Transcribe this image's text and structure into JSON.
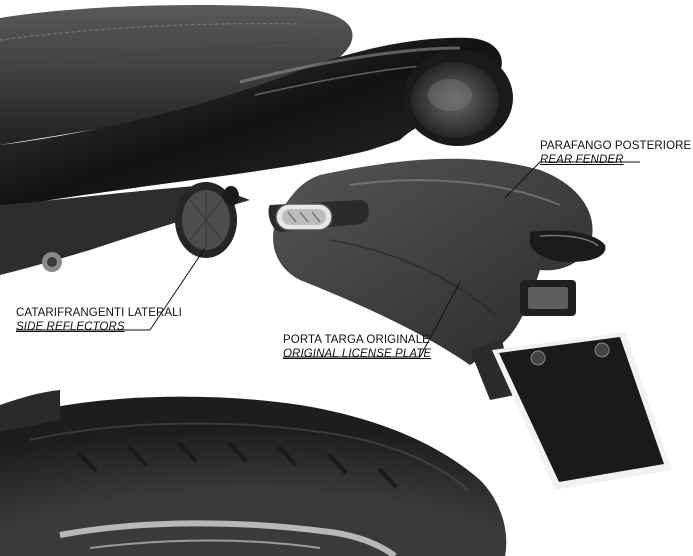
{
  "callouts": {
    "rear_fender": {
      "it_label": "PARAFANGO POSTERIORE",
      "en_label": "REAR FENDER"
    },
    "side_reflectors": {
      "it_label": "CATARIFRANGENTI LATERALI",
      "en_label": "SIDE REFLECTORS"
    },
    "license_plate": {
      "it_label": "PORTA TARGA ORIGINALE",
      "en_label": "ORIGINAL LICENSE PLATE"
    }
  },
  "colors": {
    "background": "#ffffff",
    "body_dark": "#1c1c1c",
    "fender": "#3a3a3a",
    "tire": "#2b2b2b",
    "plate": "#1a1a1a",
    "plate_border": "#f2f2f2"
  }
}
